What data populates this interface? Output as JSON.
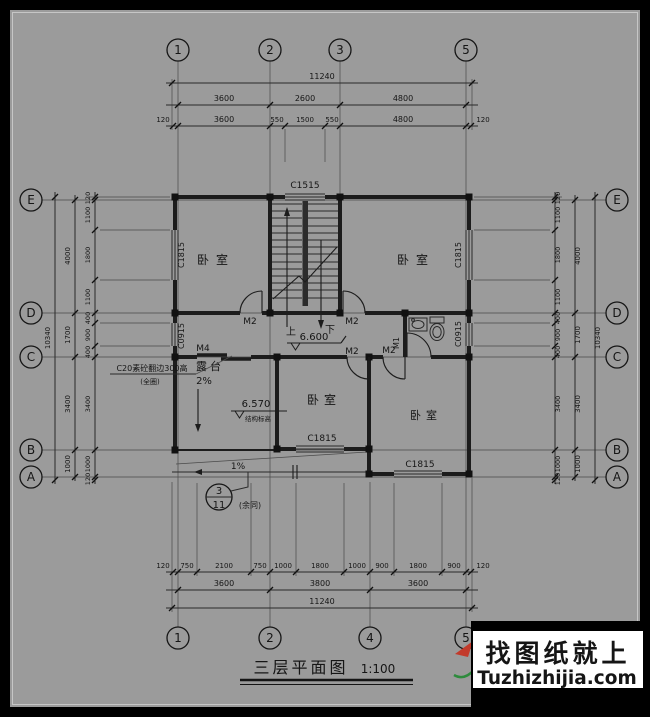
{
  "background": {
    "paper": "#9b9b9b",
    "frame": "#000000",
    "ink": "#1d1d1d"
  },
  "title": {
    "name": "三层平面图",
    "scale": "1:100"
  },
  "watermark": {
    "line1": "找图纸就上",
    "line2": "Tuzhizhijia.com",
    "accent": "#2222cc"
  },
  "axis": {
    "top": [
      "1",
      "2",
      "3",
      "5"
    ],
    "bottom": [
      "1",
      "2",
      "4",
      "5"
    ],
    "left": [
      "E",
      "D",
      "C",
      "B",
      "A"
    ],
    "right": [
      "E",
      "D",
      "C",
      "B",
      "A"
    ]
  },
  "dim": {
    "top_total": "11240",
    "top_row2": [
      "3600",
      "2600",
      "4800"
    ],
    "top_row1": [
      "3600",
      "550",
      "1500",
      "550",
      "4800"
    ],
    "bottom_total": "11240",
    "bottom_row2": [
      "3600",
      "3800",
      "3600"
    ],
    "bottom_row1": [
      "750",
      "2100",
      "750",
      "1000",
      "1800",
      "1000",
      "900",
      "1800",
      "900"
    ],
    "edge": "120",
    "side_total": "10340",
    "side_mid": [
      "4000",
      "1700",
      "3400",
      "1000"
    ],
    "side_inner": [
      "120",
      "1100",
      "1800",
      "1100",
      "400",
      "900",
      "400",
      "3400",
      "1000",
      "120"
    ]
  },
  "rooms": {
    "bedroom": "卧室",
    "terrace": "露台"
  },
  "openings": {
    "c1515": "C1515",
    "c1815": "C1815",
    "c0915": "C0915",
    "m1": "M1",
    "m2": "M2",
    "m4": "M4"
  },
  "annot": {
    "up": "上",
    "down": "下",
    "stair_level": "6.600",
    "terrace_level": "6.570",
    "struct_label": "结构标高",
    "terrace_slope": "2%",
    "eave_slope": "1%",
    "concrete_note": "C20素砼翻边300高",
    "concrete_note_sub": "(全圈)",
    "detail_top": "3",
    "detail_bottom": "11",
    "detail_note": "(余同)"
  }
}
